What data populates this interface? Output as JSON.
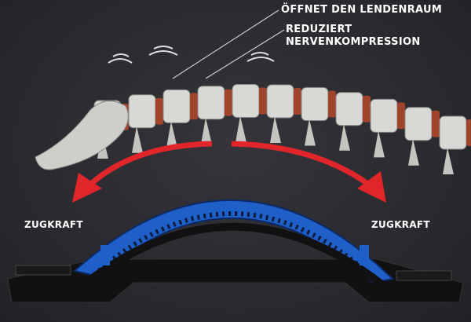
{
  "labels": {
    "opens": "ÖFFNET DEN LENDENRAUM",
    "reduces_line1": "REDUZIERT",
    "reduces_line2": "NERVENKOMPRESSION",
    "traction_left": "ZUGKRAFT",
    "traction_right": "ZUGKRAFT"
  },
  "colors": {
    "background": "#2a2a2f",
    "arrow": "#e0262a",
    "stretcher_blue": "#1e5fc8",
    "bone": "#d8d8d4",
    "disc": "#a0442c"
  }
}
